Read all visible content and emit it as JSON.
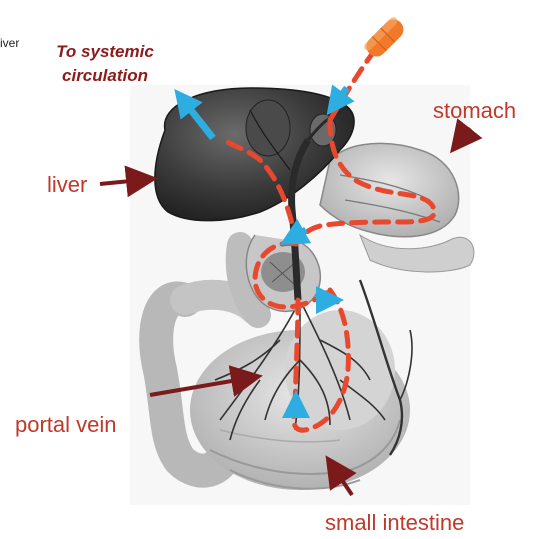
{
  "corner_text": "iver",
  "systemic": {
    "line1": "To systemic",
    "line2": "circulation"
  },
  "labels": {
    "stomach": "stomach",
    "liver": "liver",
    "portal_vein": "portal vein",
    "small_intestine": "small intestine"
  },
  "colors": {
    "label_text": "#c0392b",
    "systemic_text": "#8e1b1b",
    "pointer_arrow": "#7b1a1a",
    "drug_path": "#e8482e",
    "flow_arrow": "#2eaee0",
    "pill": "#f07a2a"
  },
  "icons": [
    "pill-icon",
    "flow-arrow-icon",
    "pointer-arrow-icon"
  ]
}
